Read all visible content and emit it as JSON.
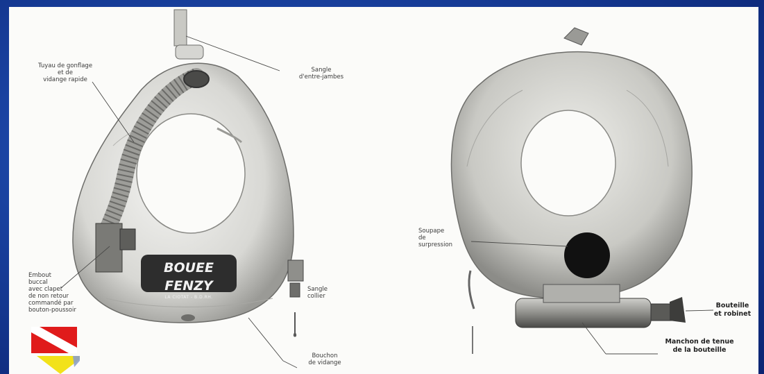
{
  "labels": {
    "tuyau": "Tuyau de gonflage\net de\nvidange rapide",
    "sangle_jambes": "Sangle\nd'entre-jambes",
    "embout": "Embout\nbuccal\navec clapet\nde non retour\ncommandé par\nbouton-poussoir",
    "sangle_collier": "Sangle\ncollier",
    "bouchon": "Bouchon\nde vidange",
    "soupape": "Soupape\nde\nsurpression",
    "bouteille": "Bouteille\net robinet",
    "manchon": "Manchon de tenue\nde la bouteille"
  },
  "brand": {
    "main": "BOUEE FENZY",
    "sub": "LA CIOTAT - B.D.RH."
  },
  "colors": {
    "background": "#183f9c",
    "panel": "#fbfbf9",
    "flag_red": "#e01b1b",
    "flag_yellow": "#f2e21a"
  },
  "icons": {
    "dive_flag": "dive-flag-icon",
    "yellow_chevron": "yellow-chevron-icon"
  }
}
